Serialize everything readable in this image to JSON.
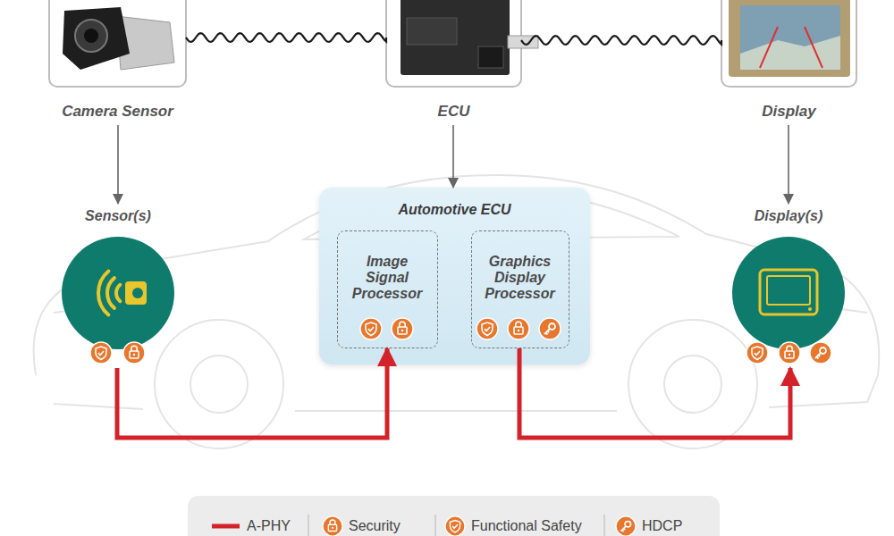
{
  "diagram": {
    "nodes": [
      {
        "text": [
          "Camera Sensor"
        ]
      },
      {
        "text": [
          "ECU"
        ]
      },
      {
        "text": [
          "Display"
        ]
      },
      {
        "text": [
          "Sensor(s)"
        ]
      },
      {
        "text": [
          "Automotive ECU"
        ]
      },
      {
        "text": [
          "Image Signal Processor"
        ],
        "in": 4
      },
      {
        "text": [
          "Graphics Display Processor"
        ],
        "in": 4
      },
      {
        "text": [
          "Display(s)"
        ]
      }
    ],
    "edges": [
      {
        "from": 0,
        "to": 1,
        "arrow": "none"
      },
      {
        "from": 1,
        "to": 2,
        "arrow": "none"
      },
      {
        "from": 0,
        "to": 3,
        "arrow": "to"
      },
      {
        "from": 1,
        "to": 4,
        "arrow": "to"
      },
      {
        "from": 2,
        "to": 7,
        "arrow": "to"
      },
      {
        "from": 3,
        "to": 5,
        "arrow": "to"
      },
      {
        "from": 6,
        "to": 7,
        "arrow": "to"
      }
    ],
    "legend": [
      {
        "text": "A-PHY"
      },
      {
        "text": "Security"
      },
      {
        "text": "Functional Safety"
      },
      {
        "text": "HDCP"
      }
    ]
  }
}
